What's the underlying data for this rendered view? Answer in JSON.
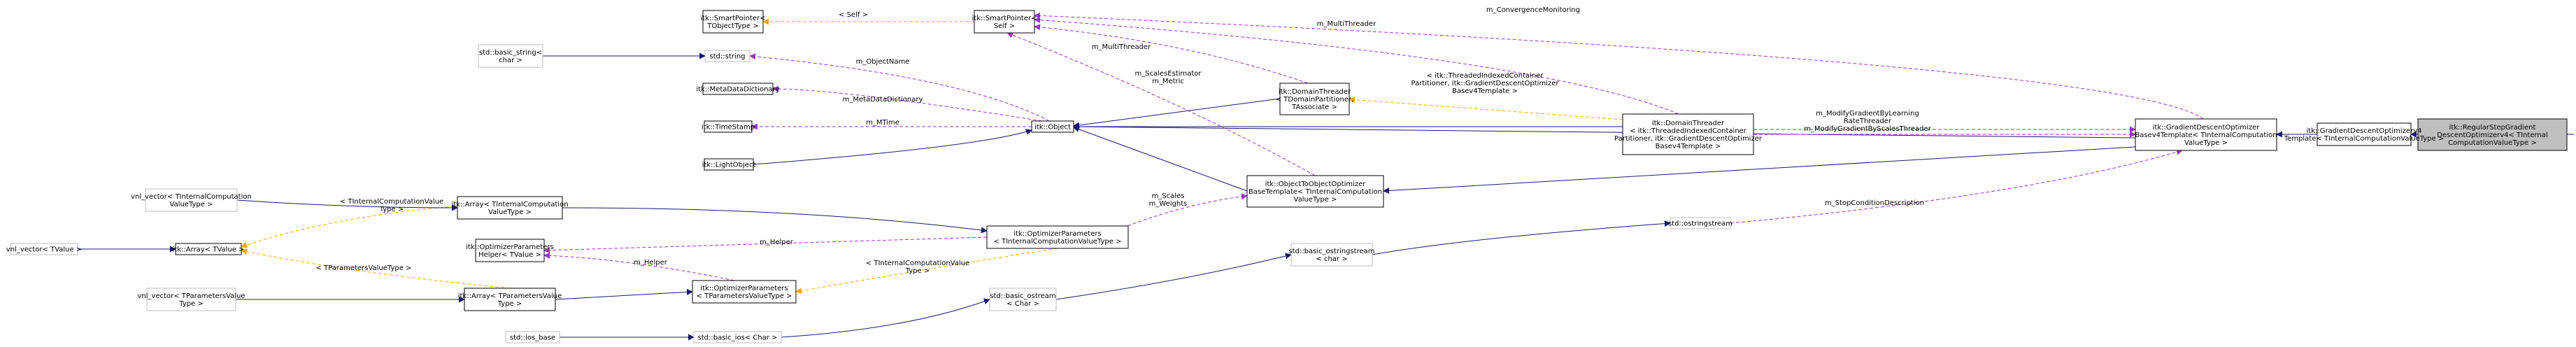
{
  "colors": {
    "inherit": "#191970",
    "usage": "#9a32cd",
    "template": "#ffa500",
    "node_border": "#000000",
    "node_border_external": "#bfbfbf",
    "node_fill": "#ffffff",
    "highlight_fill": "#bfbfbf"
  },
  "nodes": [
    {
      "id": "regular_step",
      "lines": [
        "itk::RegularStepGradient",
        "DescentOptimizerv4< TInternal",
        "ComputationValueType >"
      ],
      "highlight": true
    },
    {
      "id": "gdo4",
      "lines": [
        "itk::GradientDescentOptimizerv4",
        "Template< TInternalComputationValueType >"
      ]
    },
    {
      "id": "gdo_base4",
      "lines": [
        "itk::GradientDescentOptimizer",
        "Basev4Template< TInternalComputation",
        "ValueType >"
      ]
    },
    {
      "id": "domain_threader_big",
      "lines": [
        "itk::DomainThreader",
        "< itk::ThreadedIndexedContainer",
        "Partitioner, itk::GradientDescentOptimizer",
        "Basev4Template >"
      ]
    },
    {
      "id": "smart_tobj",
      "lines": [
        "itk::SmartPointer<",
        "TObjectType >"
      ]
    },
    {
      "id": "smart_self",
      "lines": [
        "itk::SmartPointer<",
        "Self >"
      ]
    },
    {
      "id": "basic_string",
      "lines": [
        "std::basic_string<",
        "char >"
      ],
      "external": true
    },
    {
      "id": "std_string",
      "lines": [
        "std::string"
      ],
      "external": true
    },
    {
      "id": "meta_dict",
      "lines": [
        "itk::MetaDataDictionary"
      ]
    },
    {
      "id": "time_stamp",
      "lines": [
        "itk::TimeStamp"
      ]
    },
    {
      "id": "light_object",
      "lines": [
        "itk::LightObject"
      ]
    },
    {
      "id": "itk_object",
      "lines": [
        "itk::Object"
      ]
    },
    {
      "id": "domain_threader_small",
      "lines": [
        "itk::DomainThreader",
        "< TDomainPartitioner,",
        "TAssociate >"
      ]
    },
    {
      "id": "obj_to_obj",
      "lines": [
        "itk::ObjectToObjectOptimizer",
        "BaseTemplate< TInternalComputation",
        "ValueType >"
      ]
    },
    {
      "id": "vnl_vector_tic",
      "lines": [
        "vnl_vector< TInternalComputation",
        "ValueType >"
      ],
      "external": true
    },
    {
      "id": "vnl_vector_tvalue",
      "lines": [
        "vnl_vector< TValue >"
      ],
      "external": true
    },
    {
      "id": "vnl_vector_tparam",
      "lines": [
        "vnl_vector< TParametersValue",
        "Type >"
      ],
      "external": true
    },
    {
      "id": "array_tic",
      "lines": [
        "itk::Array< TInternalComputation",
        "ValueType >"
      ]
    },
    {
      "id": "array_tvalue",
      "lines": [
        "itk::Array< TValue >"
      ]
    },
    {
      "id": "opt_param_helper",
      "lines": [
        "itk::OptimizerParameters",
        "Helper< TValue >"
      ]
    },
    {
      "id": "array_tparam",
      "lines": [
        "itk::Array< TParametersValue",
        "Type >"
      ]
    },
    {
      "id": "opt_params_tic",
      "lines": [
        "itk::OptimizerParameters",
        "< TInternalComputationValueType >"
      ]
    },
    {
      "id": "opt_params_tparam",
      "lines": [
        "itk::OptimizerParameters",
        "< TParametersValueType >"
      ]
    },
    {
      "id": "ostringstream",
      "lines": [
        "std::ostringstream"
      ],
      "external": true
    },
    {
      "id": "basic_ostringstream",
      "lines": [
        "std::basic_ostringstream",
        "< char >"
      ],
      "external": true
    },
    {
      "id": "basic_ostream",
      "lines": [
        "std::basic_ostream",
        "< Char >"
      ],
      "external": true
    },
    {
      "id": "basic_ios",
      "lines": [
        "std::basic_ios< Char >"
      ],
      "external": true
    },
    {
      "id": "ios_base",
      "lines": [
        "std::ios_base"
      ],
      "external": true
    }
  ],
  "edge_labels": [
    {
      "id": "lbl_self",
      "lines": [
        "< Self >"
      ]
    },
    {
      "id": "lbl_conv",
      "lines": [
        "m_ConvergenceMonitoring"
      ]
    },
    {
      "id": "lbl_multithreader_top",
      "lines": [
        "m_MultiThreader"
      ]
    },
    {
      "id": "lbl_multithreader_mid",
      "lines": [
        "m_MultiThreader"
      ]
    },
    {
      "id": "lbl_objectname",
      "lines": [
        "m_ObjectName"
      ]
    },
    {
      "id": "lbl_metadict",
      "lines": [
        "m_MetaDataDictionary"
      ]
    },
    {
      "id": "lbl_mtime",
      "lines": [
        "m_MTime"
      ]
    },
    {
      "id": "lbl_scales_est",
      "lines": [
        "m_ScalesEstimator",
        "m_Metric"
      ]
    },
    {
      "id": "lbl_threaded_part",
      "lines": [
        "< itk::ThreadedIndexedContainer",
        "Partitioner, itk::GradientDescentOptimizer",
        "Basev4Template >"
      ]
    },
    {
      "id": "lbl_modify",
      "lines": [
        "m_ModifyGradientByLearning",
        "RateThreader",
        "m_ModifyGradientByScalesThreader"
      ]
    },
    {
      "id": "lbl_tic_type",
      "lines": [
        "< TInternalComputationValue",
        "Type >"
      ]
    },
    {
      "id": "lbl_scales",
      "lines": [
        "m_Scales",
        "m_Weights"
      ]
    },
    {
      "id": "lbl_stopcond",
      "lines": [
        "m_StopConditionDescription"
      ]
    },
    {
      "id": "lbl_helper_top",
      "lines": [
        "m_Helper"
      ]
    },
    {
      "id": "lbl_helper_bottom",
      "lines": [
        "m_Helper"
      ]
    },
    {
      "id": "lbl_tparam_type",
      "lines": [
        "< TParametersValueType >"
      ]
    },
    {
      "id": "lbl_tic_type2",
      "lines": [
        "< TInternalComputationValue",
        "Type >"
      ]
    }
  ]
}
